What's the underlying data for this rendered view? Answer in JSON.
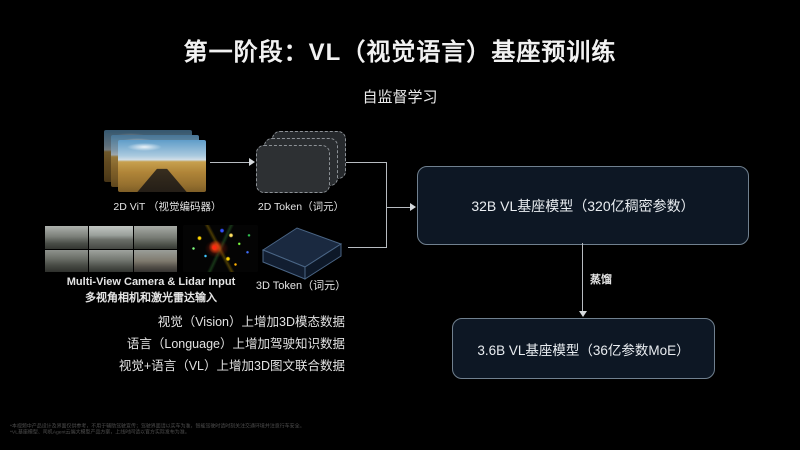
{
  "slide": {
    "title": "第一阶段：VL（视觉语言）基座预训练",
    "subtitle": "自监督学习"
  },
  "diagram": {
    "vit_label": "2D ViT （视觉编码器）",
    "token2d_label": "2D Token（词元）",
    "camera_label_en": "Multi-View Camera & Lidar Input",
    "camera_label_zh": "多视角相机和激光雷达输入",
    "token3d_label": "3D Token（词元）",
    "box_32b_label": "32B VL基座模型（320亿稠密参数）",
    "distill_label": "蒸馏",
    "box_36_label": "3.6B VL基座模型（36亿参数MoE）",
    "bullets": [
      "视觉（Vision）上增加3D模态数据",
      "语言（Longuage）上增加驾驶知识数据",
      "视觉+语言（VL）上增加3D图文联合数据"
    ]
  },
  "footnotes": [
    "*本视频中产品设计及界面仅供参考，不用于辅助驾驶宣传；驾驶界面请以实车为准，智能驾驶时请时刻关注交通环境并注意行车安全。",
    "*VL基座模型、司机Agent云端大模型产品方案，上线时间请以官方实际发布为准。"
  ],
  "colors": {
    "background": "#000000",
    "box_fill": "#0d1724",
    "box_border": "#70808f",
    "token3d_top": "#1a2940",
    "line": "#b7bcc1"
  }
}
